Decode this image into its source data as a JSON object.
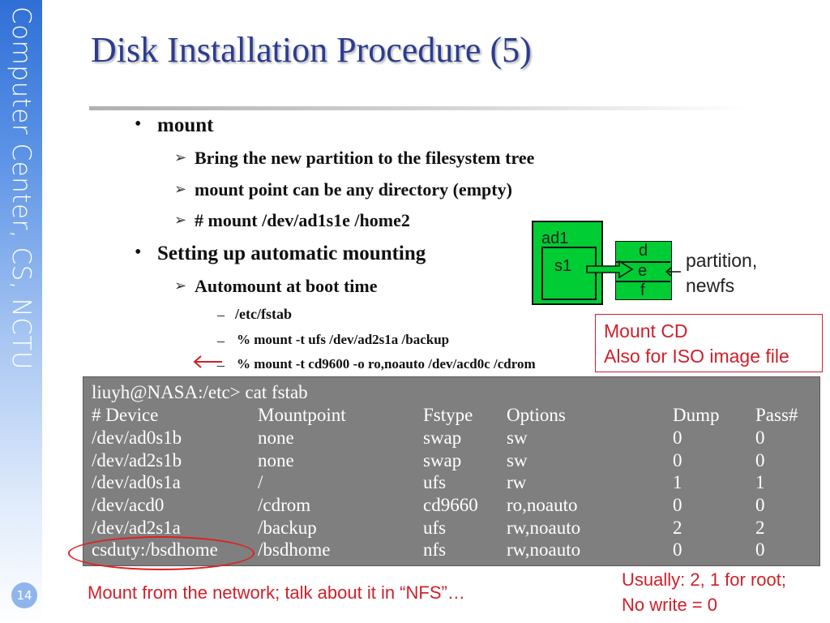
{
  "sidebar": {
    "text": "Computer Center, CS, NCTU"
  },
  "page_number": "14",
  "title": "Disk Installation Procedure (5)",
  "bullets": [
    {
      "label": "mount",
      "subitems": [
        "Bring the new partition to the filesystem tree",
        "mount point can be any directory (empty)",
        "# mount /dev/ad1s1e /home2"
      ]
    },
    {
      "label": "Setting up automatic mounting",
      "subitems": [
        "Automount at boot time"
      ],
      "subsubitems": [
        "/etc/fstab",
        "% mount -t ufs /dev/ad2s1a /backup",
        "% mount -t cd9600 -o ro,noauto /dev/acd0c /cdrom"
      ]
    }
  ],
  "disk_diagram": {
    "disk_label": "ad1",
    "slice_label": "s1",
    "partition_letters": [
      "d",
      "e",
      "f"
    ],
    "partition_note": [
      "partition,",
      "newfs"
    ]
  },
  "mount_cd_note": [
    "Mount CD",
    "Also for ISO image file"
  ],
  "fstab": {
    "prompt": "liuyh@NASA:/etc> cat fstab",
    "header": [
      "# Device",
      "Mountpoint",
      "Fstype",
      "Options",
      "Dump",
      "Pass#"
    ],
    "rows": [
      [
        "/dev/ad0s1b",
        "none",
        "swap",
        "sw",
        "0",
        "0"
      ],
      [
        "/dev/ad2s1b",
        "none",
        "swap",
        "sw",
        "0",
        "0"
      ],
      [
        "/dev/ad0s1a",
        "/",
        "ufs",
        "rw",
        "1",
        "1"
      ],
      [
        "/dev/acd0",
        "/cdrom",
        "cd9660",
        "ro,noauto",
        "0",
        "0"
      ],
      [
        "/dev/ad2s1a",
        "/backup",
        "ufs",
        "rw,noauto",
        "2",
        "2"
      ],
      [
        "csduty:/bsdhome",
        "/bsdhome",
        "nfs",
        "rw,noauto",
        "0",
        "0"
      ]
    ]
  },
  "network_note": "Mount from the network; talk about it in “NFS”…",
  "pass_note": [
    "Usually: 2, 1 for root;",
    "No write = 0"
  ],
  "colors": {
    "title": "#2b3c8f",
    "accent_red": "#d0202a",
    "disk_green": "#00cc33",
    "terminal_bg": "#7f7f7f"
  }
}
